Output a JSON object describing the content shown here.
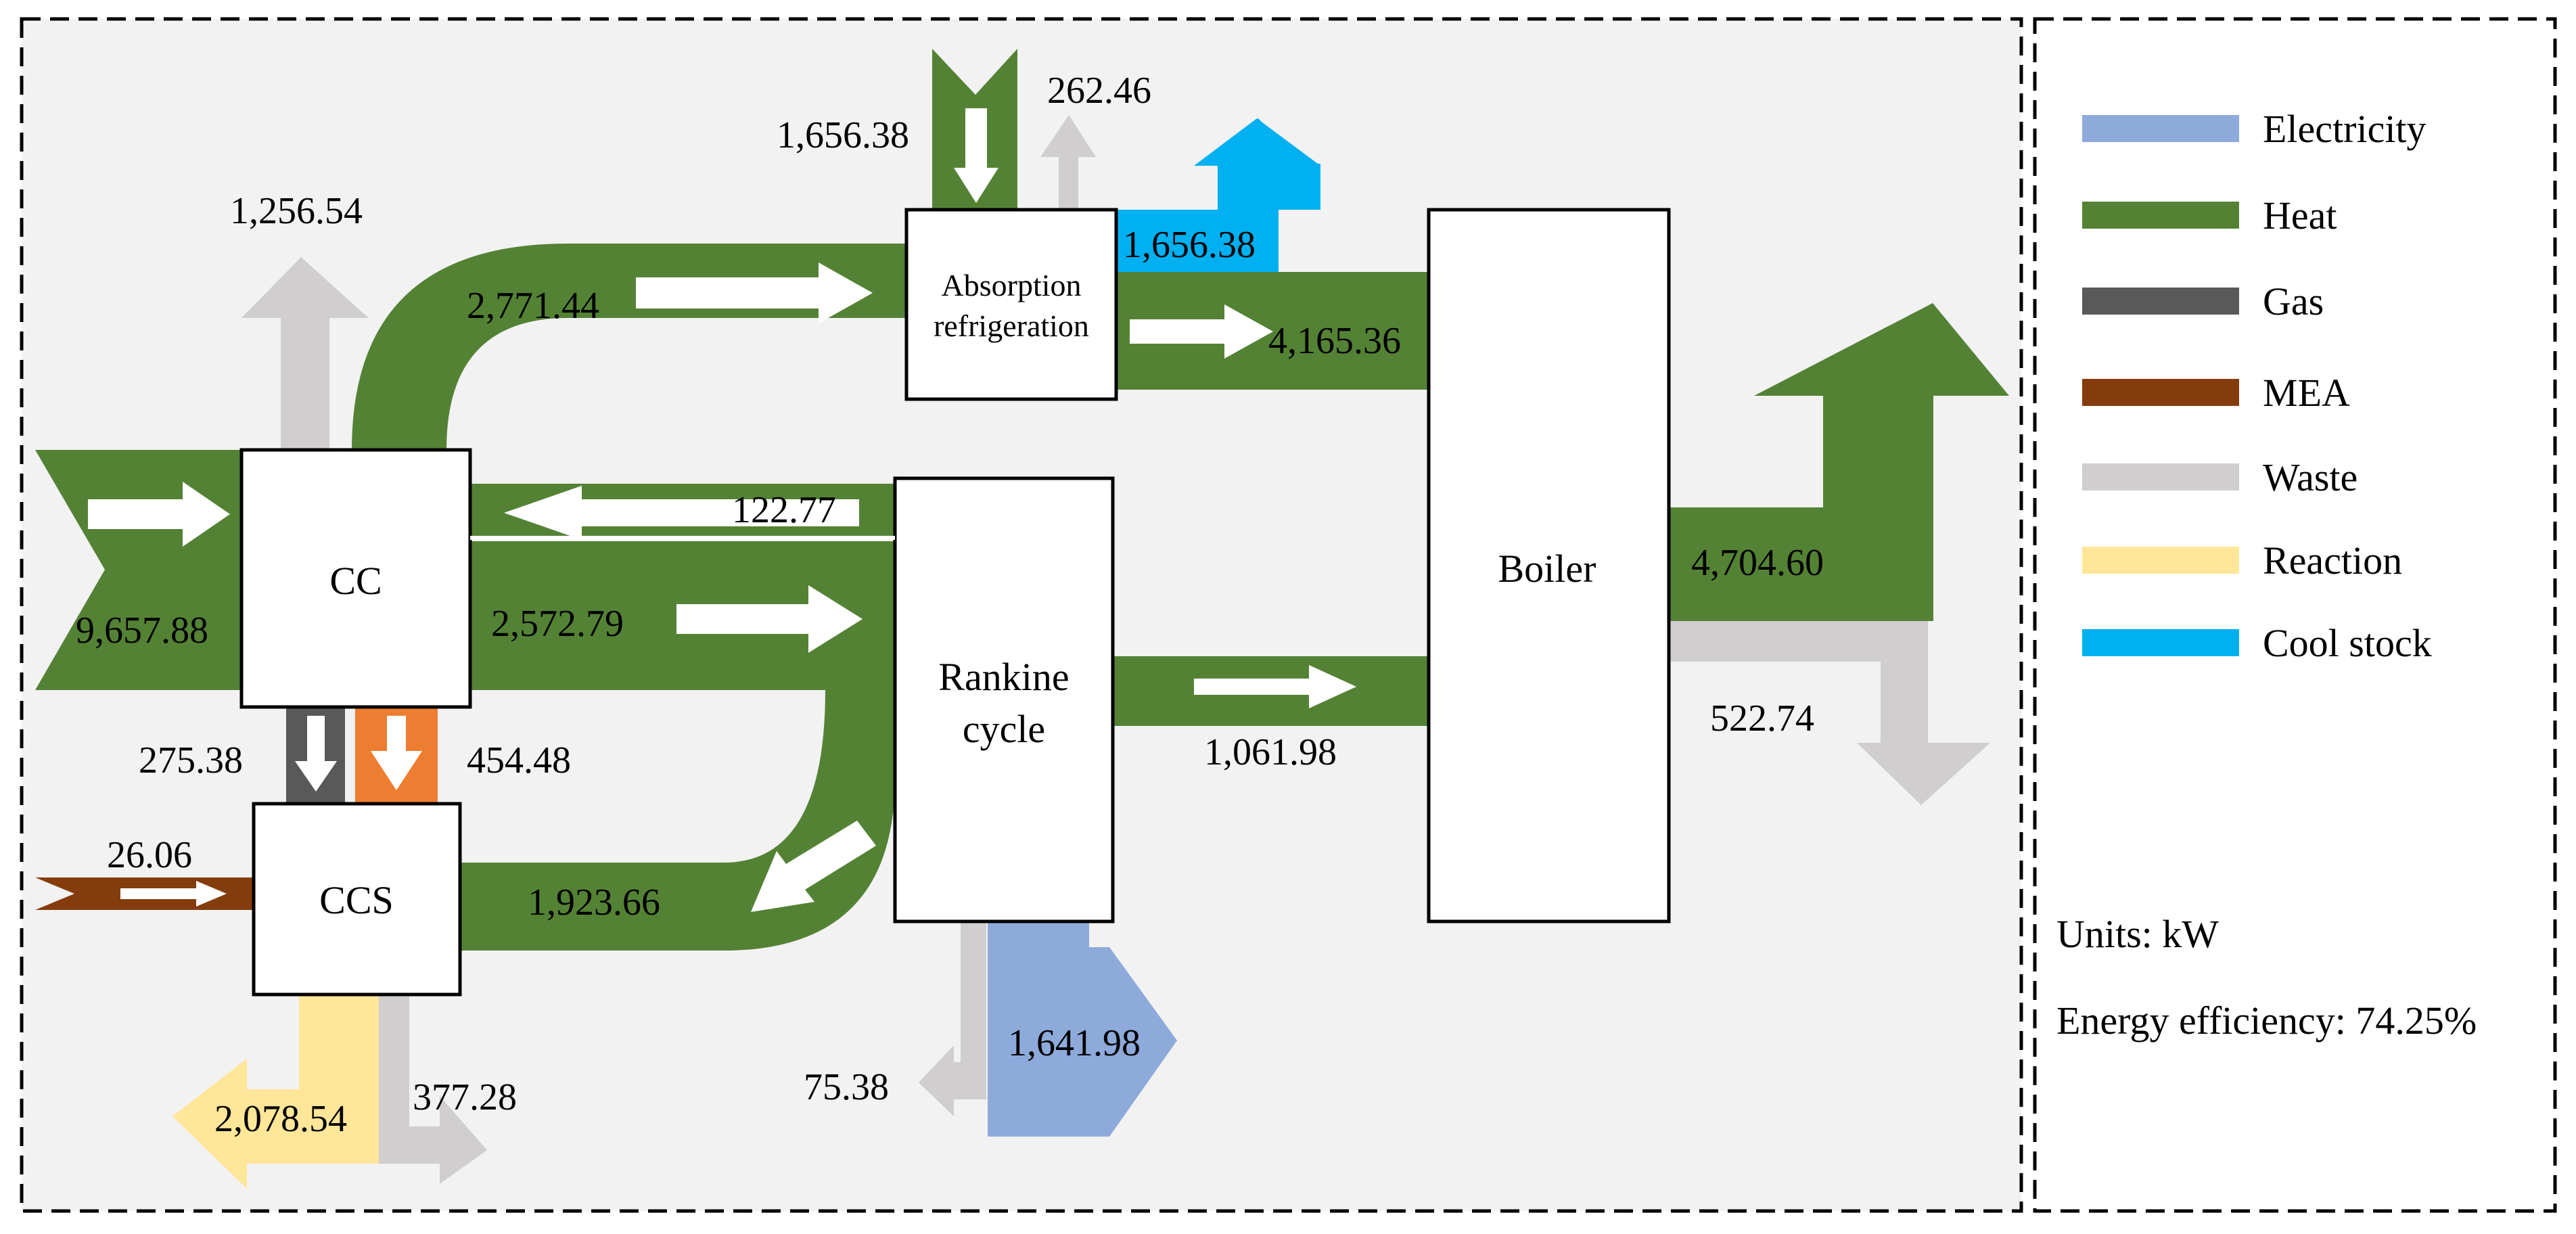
{
  "colors": {
    "electricity": "#8eaadb",
    "heat": "#548235",
    "gas": "#595959",
    "mea": "#843c0c",
    "waste": "#d0cece",
    "reaction": "#ffe699",
    "cool_stock": "#00b0f0",
    "orange": "#ed7d31",
    "panel_bg": "#f2f2f2"
  },
  "nodes": {
    "cc": "CC",
    "ccs": "CCS",
    "absorption_line1": "Absorption",
    "absorption_line2": "refrigeration",
    "rankine_line1": "Rankine",
    "rankine_line2": "cycle",
    "boiler": "Boiler"
  },
  "flows": {
    "input_heat": "9,657.88",
    "cc_waste": "1,256.54",
    "cc_to_absorption": "2,771.44",
    "absorption_heat_in": "1,656.38",
    "absorption_waste": "262.46",
    "absorption_cool": "1,656.38",
    "absorption_to_boiler": "4,165.36",
    "rankine_to_cc": "122.77",
    "cc_to_rankine": "2,572.79",
    "cc_gas": "275.38",
    "cc_reaction": "454.48",
    "mea_in": "26.06",
    "rankine_to_ccs": "1,923.66",
    "ccs_reaction": "2,078.54",
    "ccs_waste": "377.28",
    "rankine_to_boiler": "1,061.98",
    "rankine_waste": "75.38",
    "rankine_electricity": "1,641.98",
    "boiler_heat_out": "4,704.60",
    "boiler_waste": "522.74"
  },
  "legend": [
    {
      "label": "Electricity",
      "color": "#8eaadb"
    },
    {
      "label": "Heat",
      "color": "#548235"
    },
    {
      "label": "Gas",
      "color": "#595959"
    },
    {
      "label": "MEA",
      "color": "#843c0c"
    },
    {
      "label": "Waste",
      "color": "#d0cece"
    },
    {
      "label": "Reaction",
      "color": "#ffe699"
    },
    {
      "label": "Cool stock",
      "color": "#00b0f0"
    }
  ],
  "notes": {
    "units": "Units: kW",
    "efficiency": "Energy efficiency: 74.25%"
  }
}
